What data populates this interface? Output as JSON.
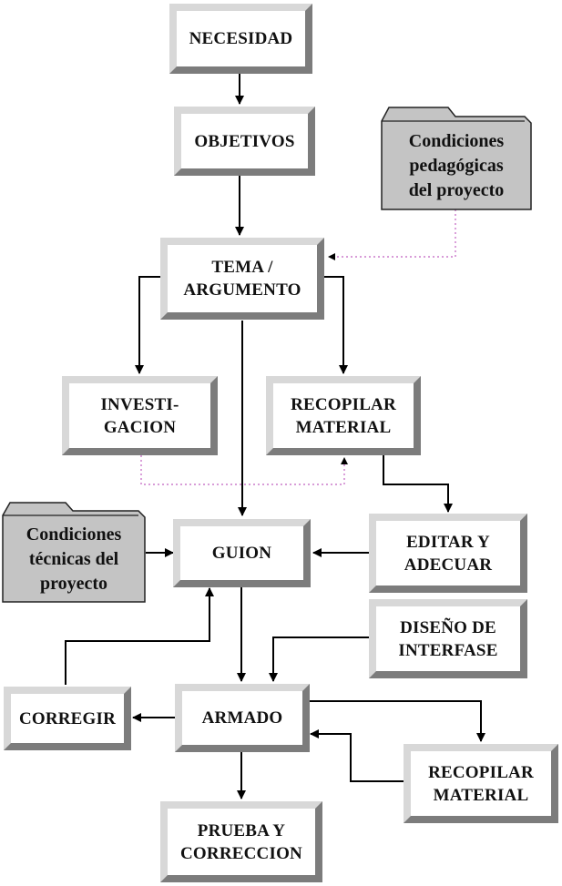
{
  "nodes": {
    "necesidad": "NECESIDAD",
    "objetivos": "OBJETIVOS",
    "tema": "TEMA /\nARGUMENTO",
    "investigacion": "INVESTI-\nGACION",
    "recopilar_1": "RECOPILAR\nMATERIAL",
    "guion": "GUION",
    "editar": "EDITAR Y\nADECUAR",
    "diseno": "DISEÑO DE\nINTERFASE",
    "armado": "ARMADO",
    "corregir": "CORREGIR",
    "recopilar_2": "RECOPILAR\nMATERIAL",
    "prueba": "PRUEBA Y\nCORRECCION"
  },
  "notes": {
    "pedagogicas": "Condiciones\npedagógicas\ndel proyecto",
    "tecnicas": "Condiciones\ntécnicas del\nproyecto"
  },
  "colors": {
    "note_fill": "#c4c4c4",
    "frame_light": "#d8d8d8",
    "frame_dark": "#7c7c7c",
    "arrow": "#000000",
    "dotted_link": "#c060c0"
  }
}
